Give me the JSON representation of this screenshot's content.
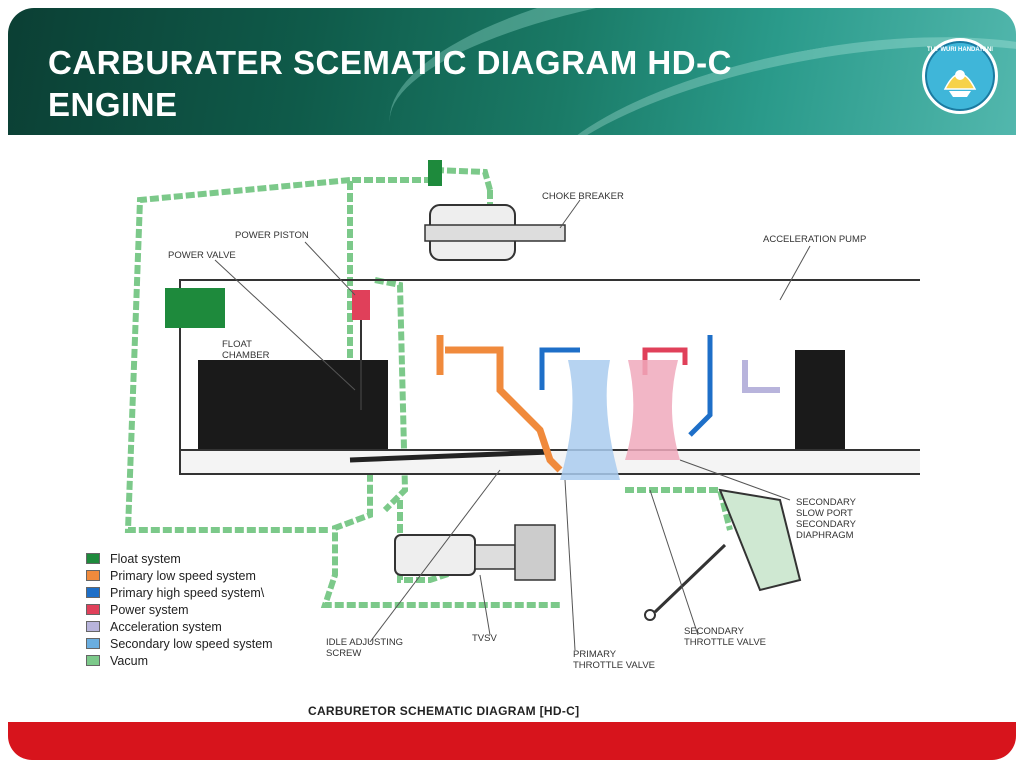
{
  "slide": {
    "title": "CARBURATER SCEMATIC DIAGRAM HD-C ENGINE",
    "logo_text": "TUT WURI HANDAYANI"
  },
  "diagram": {
    "caption": "CARBURETOR SCHEMATIC DIAGRAM [HD-C]",
    "labels": {
      "choke_breaker": "CHOKE BREAKER",
      "power_piston": "POWER PISTON",
      "power_valve": "POWER VALVE",
      "acceleration_pump": "ACCELERATION PUMP",
      "float_chamber_1": "FLOAT",
      "float_chamber_2": "CHAMBER",
      "secondary_slow_port_1": "SECONDARY",
      "secondary_slow_port_2": "SLOW PORT",
      "secondary_diaphragm_1": "SECONDARY",
      "secondary_diaphragm_2": "DIAPHRAGM",
      "idle_adjusting_screw_1": "IDLE ADJUSTING",
      "idle_adjusting_screw_2": "SCREW",
      "tvsv": "TVSV",
      "primary_throttle_valve_1": "PRIMARY",
      "primary_throttle_valve_2": "THROTTLE VALVE",
      "secondary_throttle_valve_1": "SECONDARY",
      "secondary_throttle_valve_2": "THROTTLE VALVE"
    },
    "legend": [
      {
        "label": "Float system",
        "color": "#1e8a3c"
      },
      {
        "label": "Primary low speed system",
        "color": "#f08a3c"
      },
      {
        "label": "Primary high speed system\\",
        "color": "#1e6fc8"
      },
      {
        "label": "Power system",
        "color": "#e0405a"
      },
      {
        "label": "Acceleration system",
        "color": "#b8b4dc"
      },
      {
        "label": "Secondary low speed system",
        "color": "#6aaee0"
      },
      {
        "label": "Vacum",
        "color": "#7cc98a"
      }
    ]
  }
}
